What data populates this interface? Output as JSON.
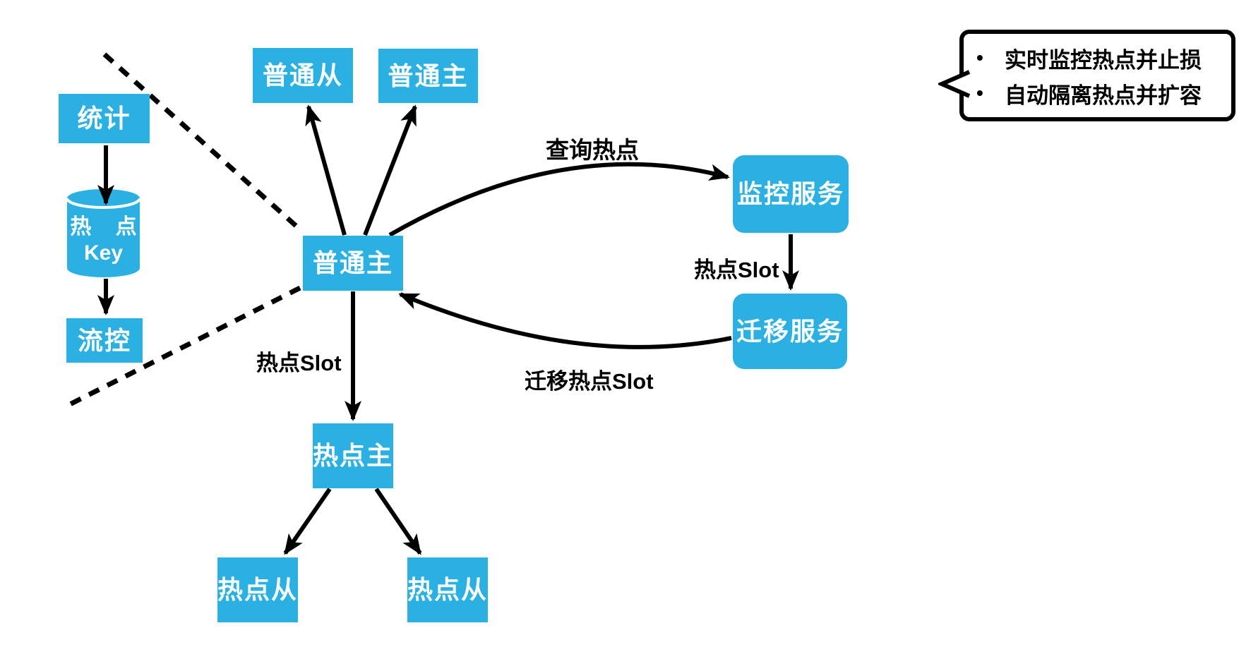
{
  "colors": {
    "node_fill": "#2AB0E3",
    "node_text": "#FFFFFF",
    "line": "#000000"
  },
  "nodes": {
    "stats": {
      "label": "统计"
    },
    "hot_key_store": {
      "line1": "热 点",
      "line2": "Key"
    },
    "flow_control": {
      "label": "流控"
    },
    "normal_slave_top": {
      "label": "普通从"
    },
    "normal_master_top": {
      "label": "普通主"
    },
    "normal_master_center": {
      "label": "普通主"
    },
    "monitor_service": {
      "label": "监控服务"
    },
    "migration_service": {
      "label": "迁移服务"
    },
    "hot_master": {
      "label": "热点主"
    },
    "hot_slave_left": {
      "label": "热点从"
    },
    "hot_slave_right": {
      "label": "热点从"
    }
  },
  "edge_labels": {
    "query_hotspot": "查询热点",
    "hotspot_slot_right": "热点Slot",
    "migrate_hotspot_slot": "迁移热点Slot",
    "hotspot_slot_down": "热点Slot"
  },
  "callout": {
    "bullet": "•",
    "items": [
      "实时监控热点并止损",
      "自动隔离热点并扩容"
    ]
  }
}
